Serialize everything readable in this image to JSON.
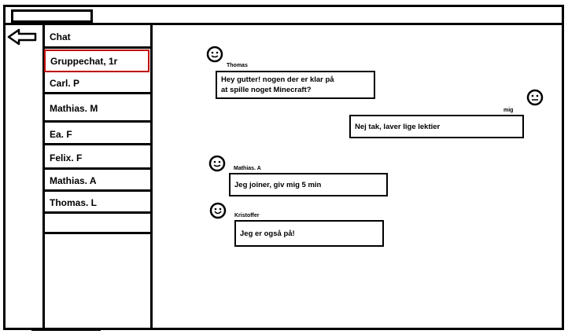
{
  "sidebar": {
    "header": "Chat",
    "items": [
      {
        "label": "Gruppechat, 1r",
        "active": true
      },
      {
        "label": "Carl. P"
      },
      {
        "label": "Mathias. M"
      },
      {
        "label": "Ea. F"
      },
      {
        "label": "Felix. F"
      },
      {
        "label": "Mathias. A"
      },
      {
        "label": "Thomas. L"
      },
      {
        "label": ""
      }
    ]
  },
  "messages": [
    {
      "sender": "Thomas",
      "text_line1": "Hey gutter! nogen der er klar på",
      "text_line2": "at spille noget Minecraft?",
      "side": "left"
    },
    {
      "sender": "mig",
      "text": "Nej tak, laver lige lektier",
      "side": "right"
    },
    {
      "sender": "Mathias. A",
      "text": "Jeg joiner, giv mig 5 min",
      "side": "left"
    },
    {
      "sender": "Kristoffer",
      "text": "Jeg er også på!",
      "side": "left"
    }
  ],
  "colors": {
    "active_border": "#c00000"
  },
  "icons": {
    "back": "back-arrow-icon",
    "avatar": "smiley-avatar-icon"
  }
}
